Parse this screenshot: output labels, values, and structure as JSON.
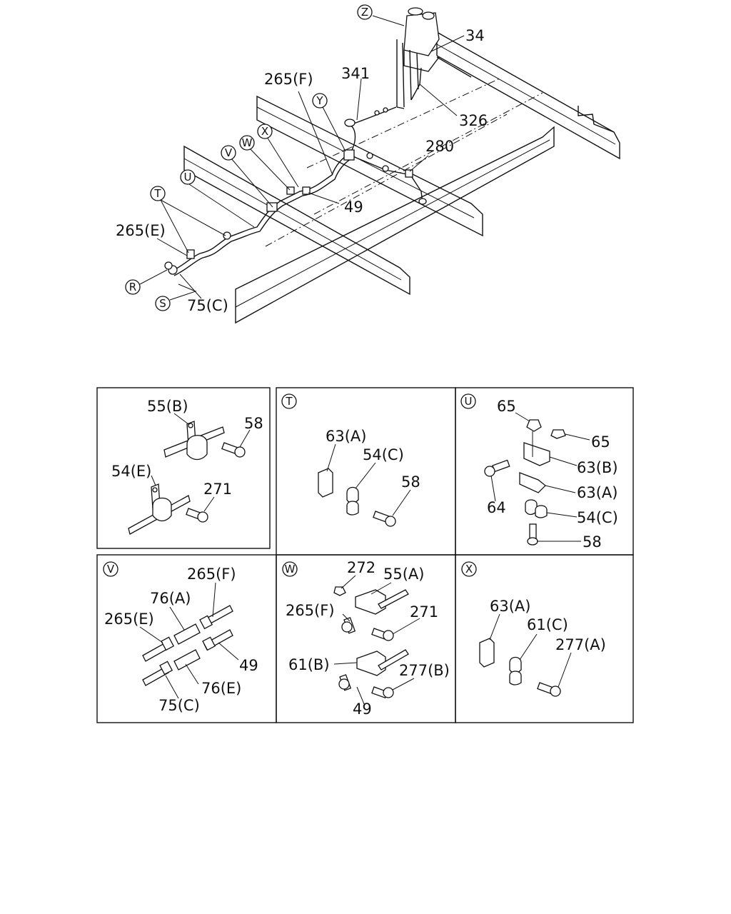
{
  "main_labels": {
    "n34": "34",
    "n341": "341",
    "n326": "326",
    "n265f": "265(F)",
    "n280": "280",
    "n49": "49",
    "n265e": "265(E)",
    "n75c": "75(C)"
  },
  "callout_letters": {
    "z": "Z",
    "y": "Y",
    "x": "X",
    "w": "W",
    "v": "V",
    "u": "U",
    "t": "T",
    "r": "R",
    "s": "S"
  },
  "panels": {
    "p1": {
      "letter": "",
      "labels": [
        "55(B)",
        "58",
        "54(E)",
        "271"
      ]
    },
    "t": {
      "letter": "T",
      "labels": [
        "63(A)",
        "54(C)",
        "58"
      ]
    },
    "u": {
      "letter": "U",
      "labels": [
        "65",
        "65",
        "63(B)",
        "64",
        "63(A)",
        "54(C)",
        "58"
      ]
    },
    "v": {
      "letter": "V",
      "labels": [
        "265(F)",
        "76(A)",
        "265(E)",
        "49",
        "76(E)",
        "75(C)"
      ]
    },
    "w": {
      "letter": "W",
      "labels": [
        "272",
        "55(A)",
        "265(F)",
        "271",
        "61(B)",
        "277(B)",
        "49"
      ]
    },
    "x": {
      "letter": "X",
      "labels": [
        "63(A)",
        "61(C)",
        "277(A)"
      ]
    }
  }
}
